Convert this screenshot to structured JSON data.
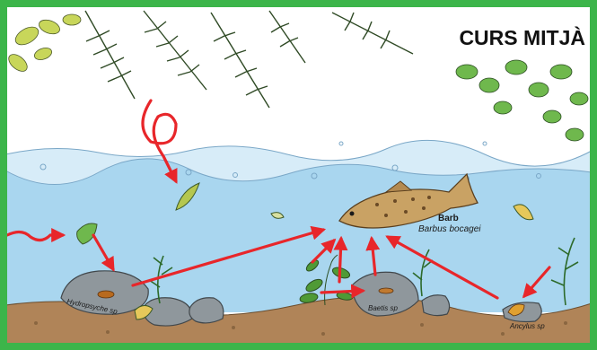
{
  "title": "CURS MITJÀ",
  "species": {
    "fish_common": "Barb",
    "fish_scientific": "Barbus bocagei",
    "hydropsyche": "Hydropsyche sp",
    "baetis": "Baetis sp",
    "ancylus": "Ancylus sp"
  },
  "colors": {
    "frame": "#3cb54a",
    "water": "#a9d6ef",
    "surface": "#d7ecf8",
    "riverbed": "#b08458",
    "rock": "#8f979c",
    "leaf": "#5ea83a",
    "fish": "#c9a264",
    "arrow": "#e8262a"
  }
}
